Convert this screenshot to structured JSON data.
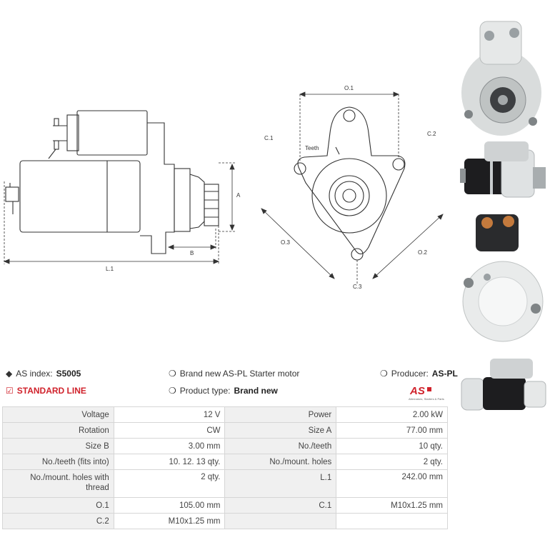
{
  "diagram": {
    "side_labels": {
      "a": "A",
      "b": "B",
      "l1": "L.1"
    },
    "front_labels": {
      "o1": "O.1",
      "o2": "O.2",
      "o3": "O.3",
      "c1": "C.1",
      "c2": "C.2",
      "c3": "C.3",
      "teeth": "Teeth"
    }
  },
  "info": {
    "as_index_label": "AS index:",
    "as_index_value": "S5005",
    "line": "STANDARD LINE",
    "description": "Brand new AS-PL Starter motor",
    "product_type_label": "Product type:",
    "product_type_value": "Brand new",
    "producer_label": "Producer:",
    "producer_value": "AS-PL",
    "logo_text": "AS",
    "logo_tagline": "Alternators, Starters & Parts"
  },
  "specs": [
    {
      "l1": "Voltage",
      "v1": "12 V",
      "l2": "Power",
      "v2": "2.00 kW"
    },
    {
      "l1": "Rotation",
      "v1": "CW",
      "l2": "Size A",
      "v2": "77.00 mm"
    },
    {
      "l1": "Size B",
      "v1": "3.00 mm",
      "l2": "No./teeth",
      "v2": "10 qty."
    },
    {
      "l1": "No./teeth (fits into)",
      "v1": "10. 12. 13 qty.",
      "l2": "No./mount. holes",
      "v2": "2 qty."
    },
    {
      "l1": "No./mount. holes with thread",
      "v1": "2 qty.",
      "l2": "L.1",
      "v2": "242.00 mm"
    },
    {
      "l1": "O.1",
      "v1": "105.00 mm",
      "l2": "C.1",
      "v2": "M10x1.25 mm"
    },
    {
      "l1": "C.2",
      "v1": "M10x1.25 mm",
      "l2": "",
      "v2": ""
    }
  ],
  "colors": {
    "accent": "#d0222b",
    "label_bg": "#f0f0f0",
    "border": "#d6d6d6",
    "line": "#333333"
  }
}
